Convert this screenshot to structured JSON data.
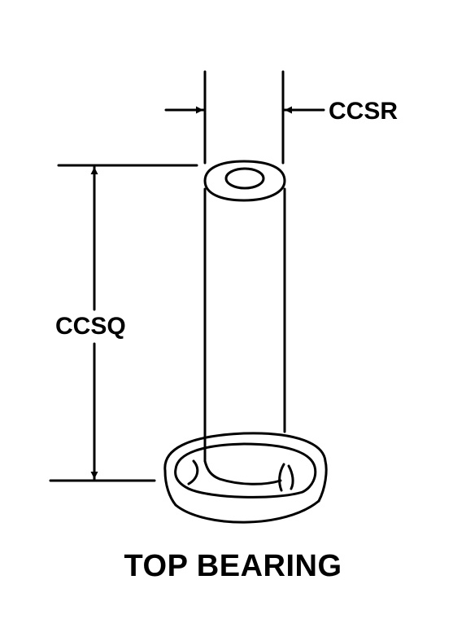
{
  "labels": {
    "ccsr": "CCSR",
    "ccsq": "CCSQ"
  },
  "title": "TOP BEARING",
  "colors": {
    "ink": "#000000",
    "paper": "#ffffff"
  }
}
